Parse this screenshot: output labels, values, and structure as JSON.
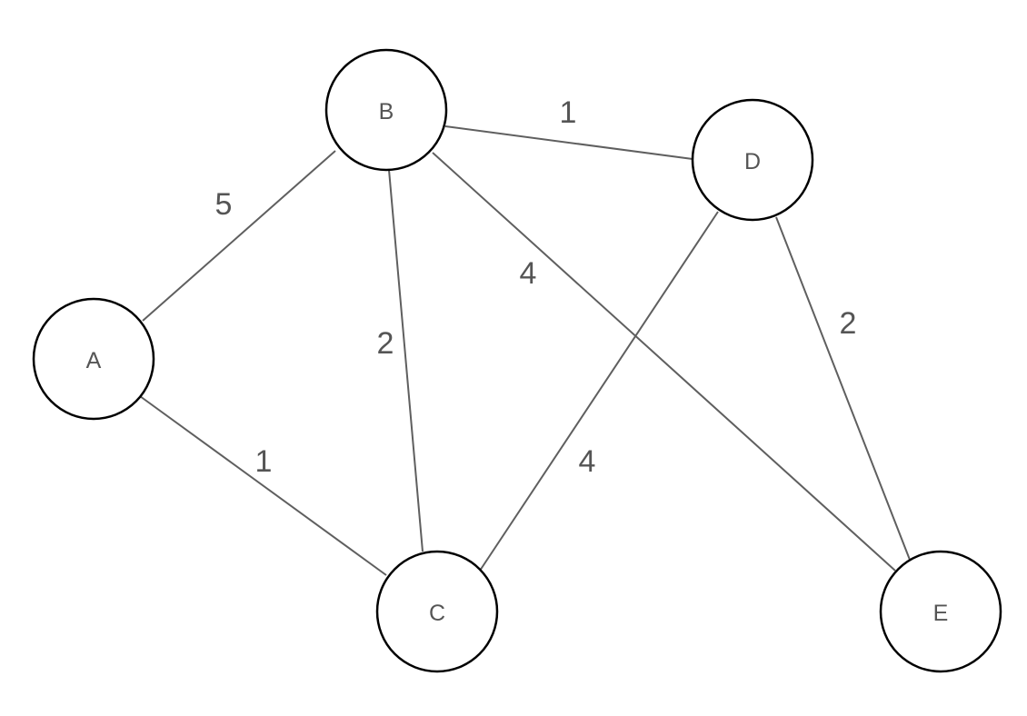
{
  "graph": {
    "nodes": [
      {
        "id": "A",
        "label": "A"
      },
      {
        "id": "B",
        "label": "B"
      },
      {
        "id": "C",
        "label": "C"
      },
      {
        "id": "D",
        "label": "D"
      },
      {
        "id": "E",
        "label": "E"
      }
    ],
    "edges": [
      {
        "from": "A",
        "to": "B",
        "weight": "5"
      },
      {
        "from": "A",
        "to": "C",
        "weight": "1"
      },
      {
        "from": "B",
        "to": "C",
        "weight": "2"
      },
      {
        "from": "B",
        "to": "D",
        "weight": "1"
      },
      {
        "from": "B",
        "to": "E",
        "weight": "4"
      },
      {
        "from": "C",
        "to": "D",
        "weight": "4"
      },
      {
        "from": "D",
        "to": "E",
        "weight": "2"
      }
    ]
  },
  "colors": {
    "edge": "#5f5f5f",
    "node_stroke": "#000000",
    "node_fill": "#ffffff",
    "text": "#555555"
  }
}
